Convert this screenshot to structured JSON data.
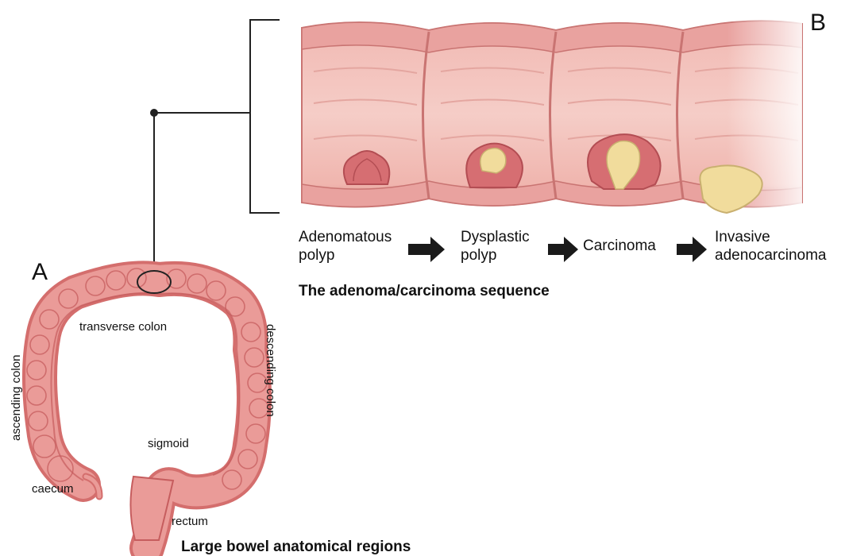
{
  "panels": {
    "a": "A",
    "b": "B"
  },
  "stages": [
    {
      "line1": "Adenomatous",
      "line2": "polyp"
    },
    {
      "line1": "Dysplastic",
      "line2": "polyp"
    },
    {
      "line1": "Carcinoma",
      "line2": ""
    },
    {
      "line1": "Invasive",
      "line2": "adenocarcinoma"
    }
  ],
  "sequence_title": "The adenoma/carcinoma sequence",
  "regions": {
    "transverse": "transverse colon",
    "ascending": "ascending colon",
    "descending": "descending colon",
    "sigmoid": "sigmoid",
    "caecum": "caecum",
    "rectum": "rectum"
  },
  "bowel_title": "Large bowel anatomical regions",
  "colors": {
    "tissue": "#e89a98",
    "tissue_dark": "#c9706f",
    "tissue_light": "#f4c4be",
    "mucosa": "#f6d4cf",
    "polyp_core": "#f1dc9c",
    "polyp_red": "#c84f52"
  }
}
